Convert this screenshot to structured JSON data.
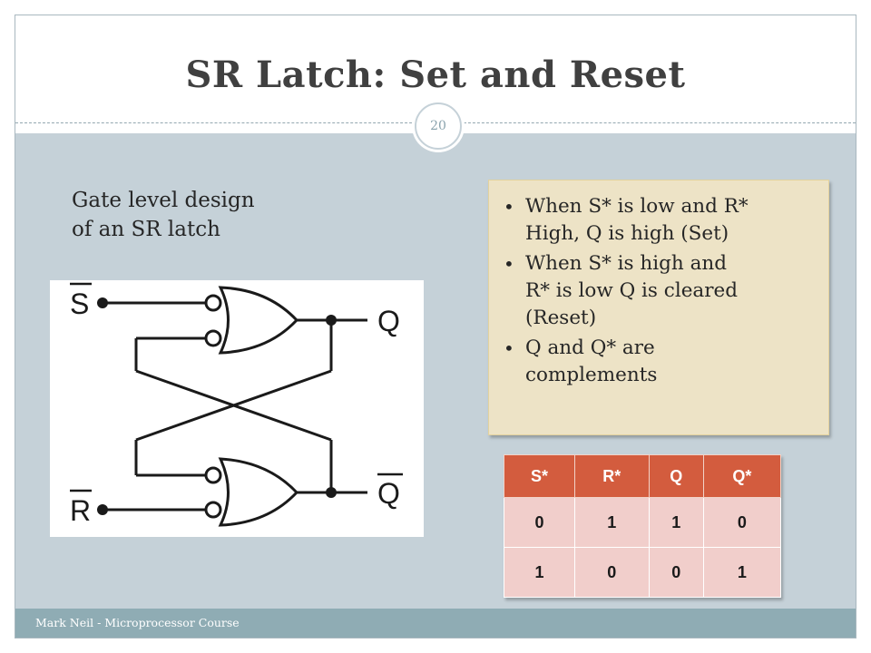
{
  "slide": {
    "title": "SR Latch: Set and Reset",
    "page_number": "20",
    "subtitle_lines": [
      "Gate level design",
      "of an SR latch"
    ],
    "footer": "Mark Neil - Microprocessor Course"
  },
  "diagram": {
    "input_top": "S",
    "input_bottom": "R",
    "output_top": "Q",
    "output_bottom": "Q"
  },
  "bullets": [
    {
      "lines": [
        "When S* is low and R*",
        "High, Q is high (Set)"
      ]
    },
    {
      "lines": [
        "When S* is high and",
        "R* is low Q is cleared",
        "(Reset)"
      ]
    },
    {
      "lines": [
        "Q and Q* are",
        "complements"
      ]
    }
  ],
  "truth_table": {
    "headers": [
      "S*",
      "R*",
      "Q",
      "Q*"
    ],
    "rows": [
      [
        "0",
        "1",
        "1",
        "0"
      ],
      [
        "1",
        "0",
        "0",
        "1"
      ]
    ]
  },
  "colors": {
    "content_bg": "#c5d1d8",
    "table_header": "#d35c3e",
    "table_row": "#f1cecb",
    "bullet_box": "#ede3c6",
    "footer_bar": "#8facb4"
  }
}
